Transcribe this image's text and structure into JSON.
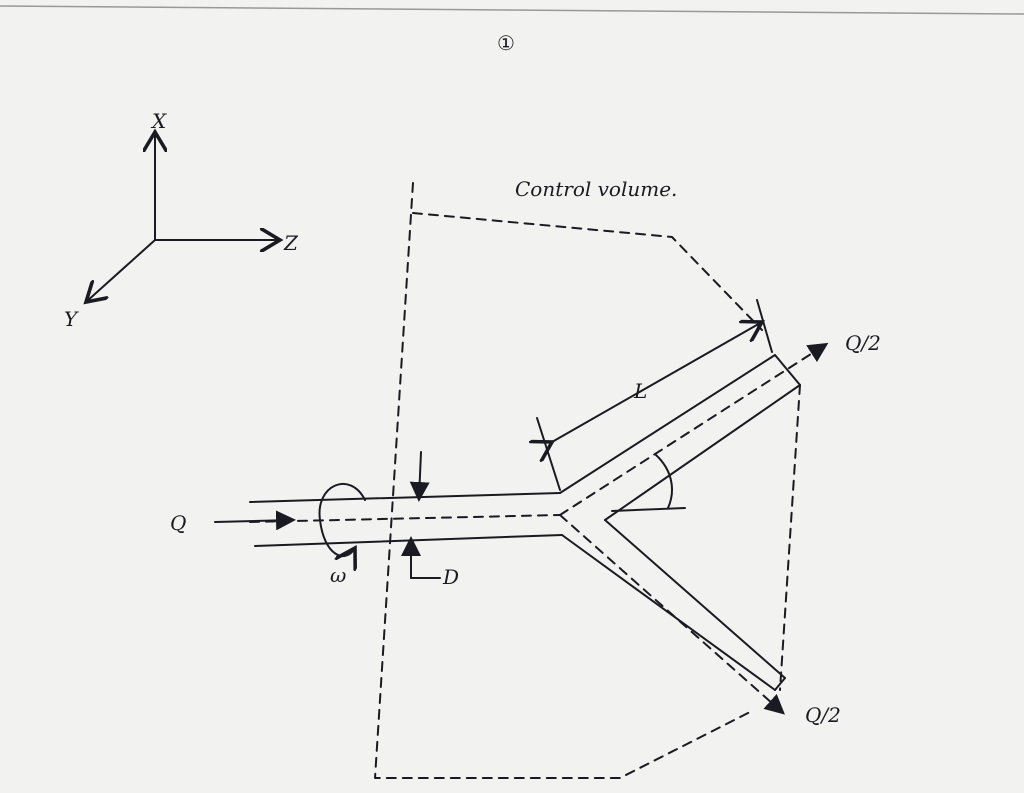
{
  "page_number": "①",
  "axes": {
    "x": "X",
    "y": "Y",
    "z": "Z"
  },
  "control_volume_label": "Control volume.",
  "inlet_flow": "Q",
  "outlet_flow_top": "Q/2",
  "outlet_flow_bottom": "Q/2",
  "rotation_label": "ω",
  "diameter_label": "D",
  "length_label": "L"
}
